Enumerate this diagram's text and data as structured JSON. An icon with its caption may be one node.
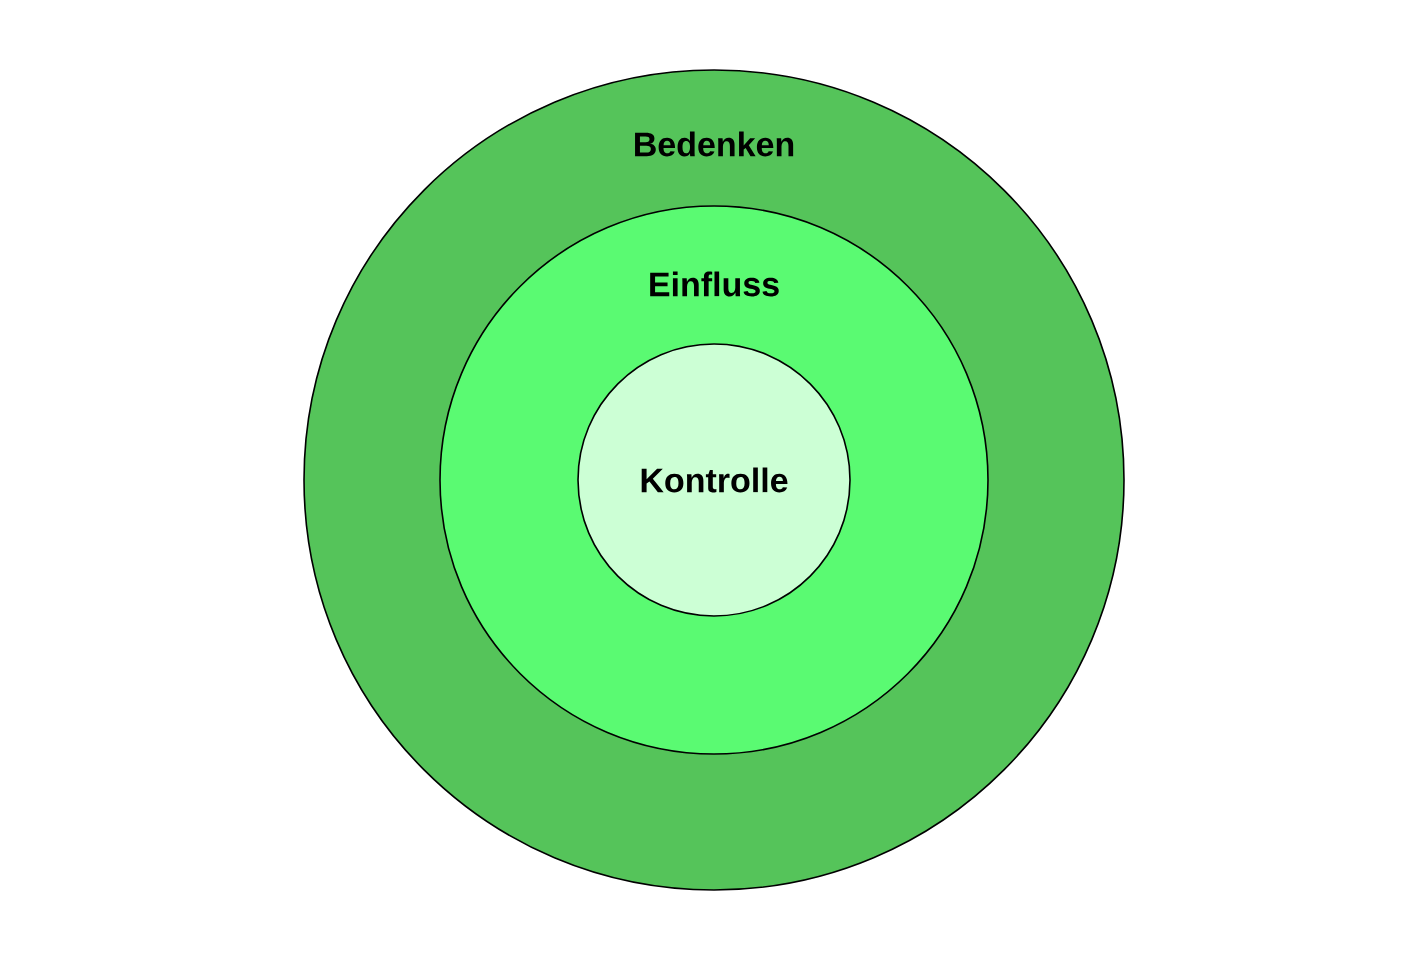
{
  "diagram": {
    "nodes": [
      {
        "text": [
          "Bedenken"
        ]
      },
      {
        "text": [
          "Einfluss"
        ],
        "in": 0
      },
      {
        "text": [
          "Kontrolle"
        ],
        "in": 1
      }
    ]
  }
}
